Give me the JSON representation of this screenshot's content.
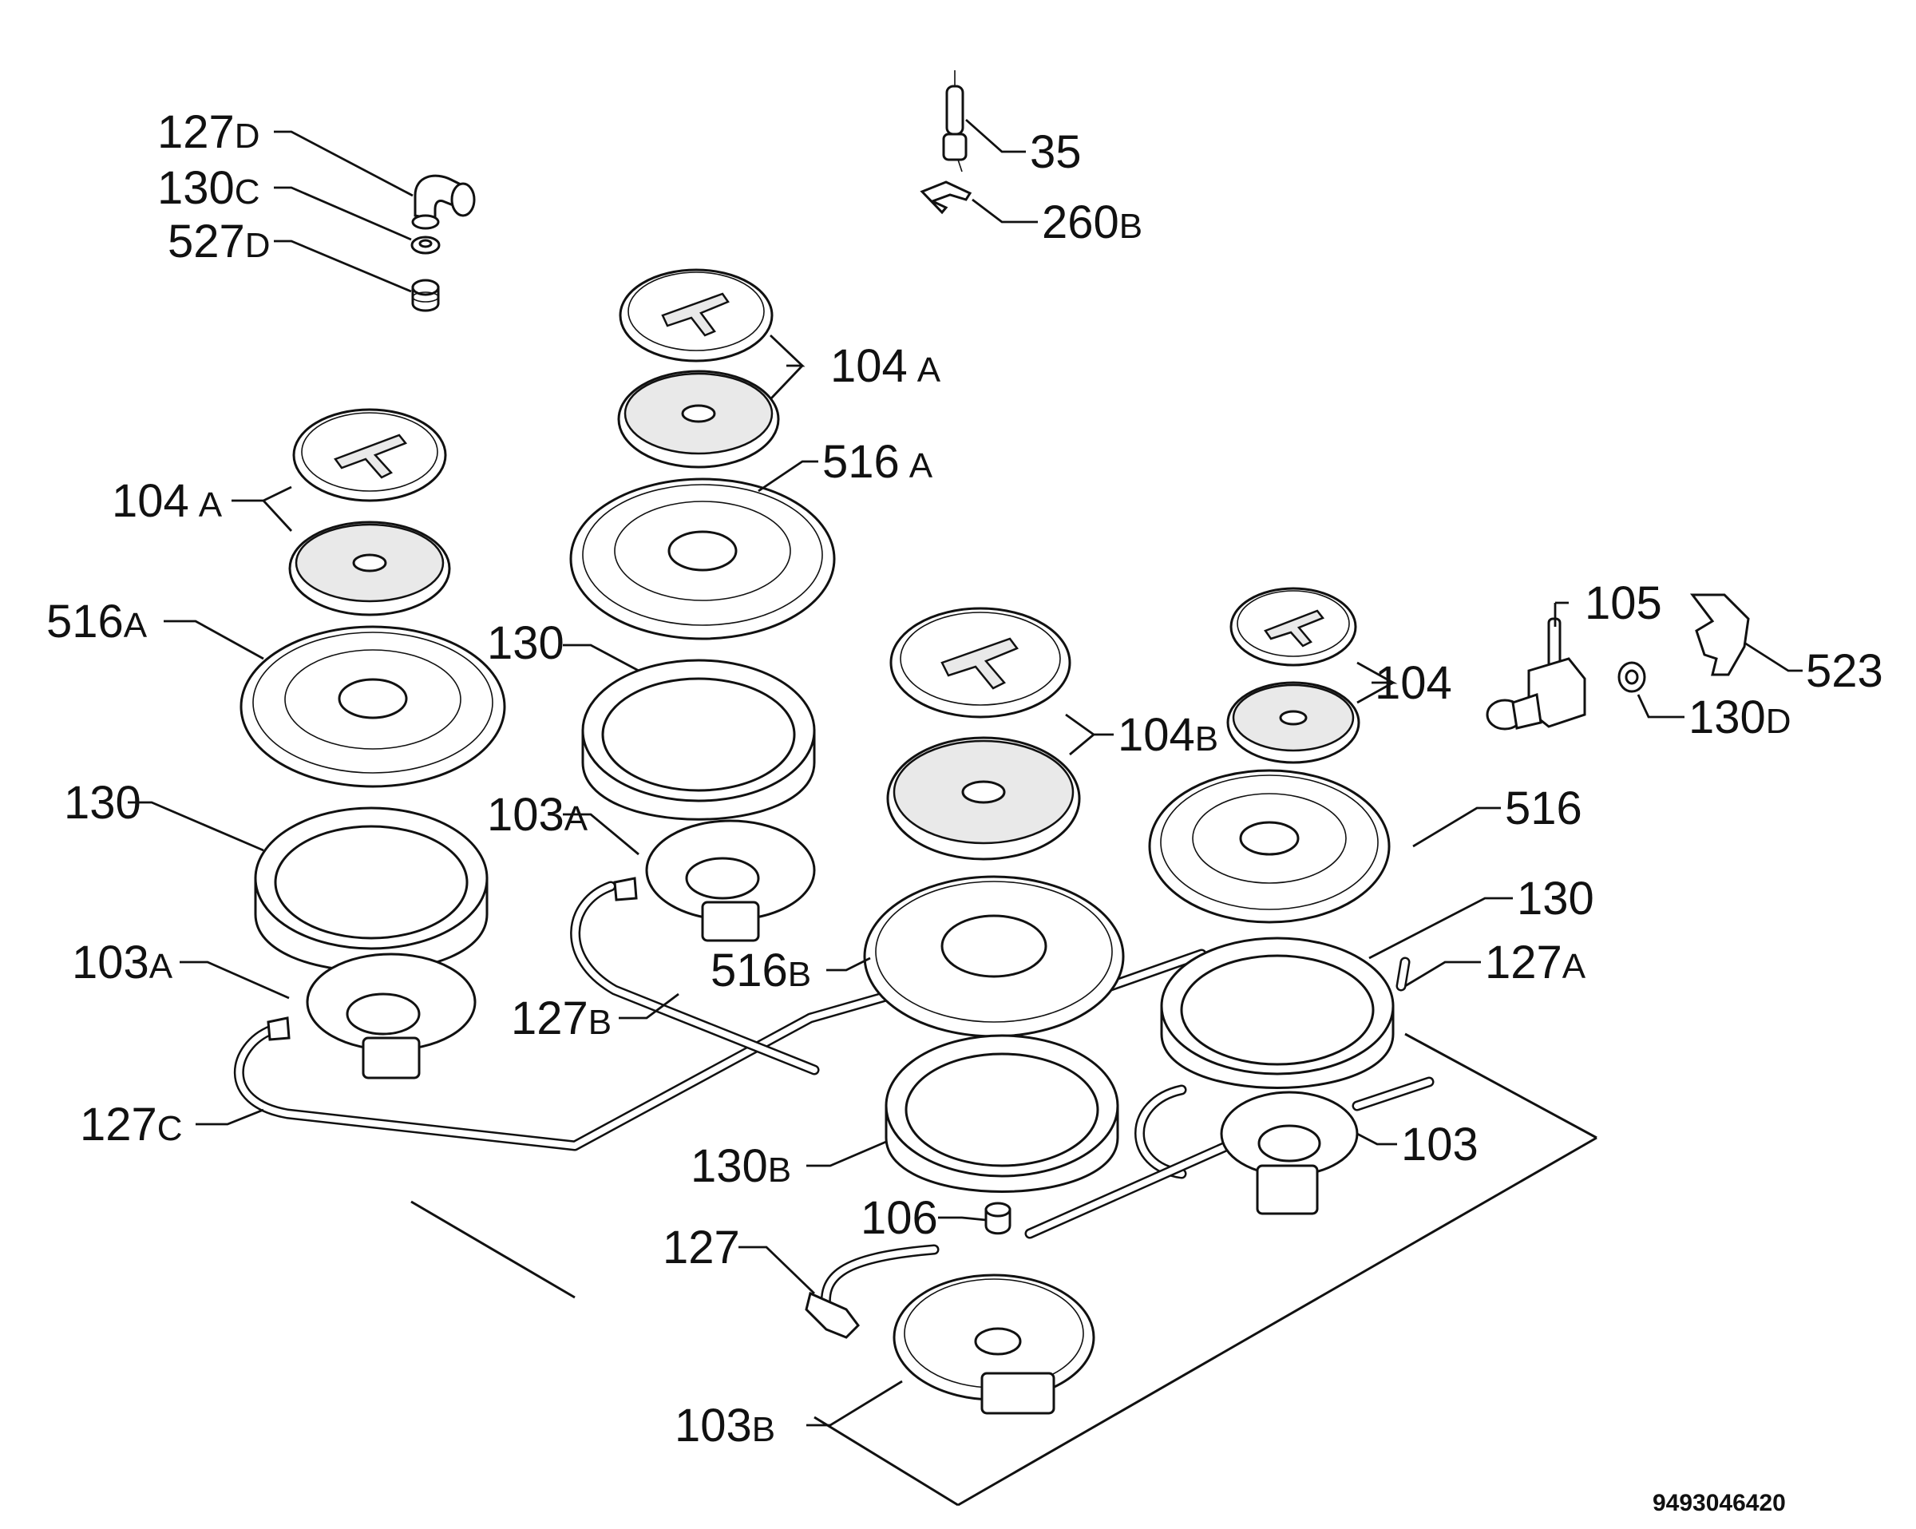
{
  "labels": {
    "l127D": {
      "num": "127",
      "suf": "D"
    },
    "l130C": {
      "num": "130",
      "suf": "C"
    },
    "l527D": {
      "num": "527",
      "suf": "D"
    },
    "l35": {
      "num": "35",
      "suf": ""
    },
    "l260B": {
      "num": "260",
      "suf": "B"
    },
    "l104A_1": {
      "num": "104",
      "suf": "A"
    },
    "l516A_1": {
      "num": "516",
      "suf": "A"
    },
    "l104A_2": {
      "num": "104",
      "suf": "A"
    },
    "l516A_2": {
      "num": "516",
      "suf": "A"
    },
    "l130_1": {
      "num": "130",
      "suf": ""
    },
    "l130_2": {
      "num": "130",
      "suf": ""
    },
    "l103A_1": {
      "num": "103",
      "suf": "A"
    },
    "l103A_2": {
      "num": "103",
      "suf": "A"
    },
    "l127B": {
      "num": "127",
      "suf": "B"
    },
    "l127C": {
      "num": "127",
      "suf": "C"
    },
    "l516B": {
      "num": "516",
      "suf": "B"
    },
    "l104B": {
      "num": "104",
      "suf": "B"
    },
    "l104": {
      "num": "104",
      "suf": ""
    },
    "l105": {
      "num": "105",
      "suf": ""
    },
    "l523": {
      "num": "523",
      "suf": ""
    },
    "l130D": {
      "num": "130",
      "suf": "D"
    },
    "l516": {
      "num": "516",
      "suf": ""
    },
    "l130_3": {
      "num": "130",
      "suf": ""
    },
    "l127A": {
      "num": "127",
      "suf": "A"
    },
    "l103": {
      "num": "103",
      "suf": ""
    },
    "l130B": {
      "num": "130",
      "suf": "B"
    },
    "l106": {
      "num": "106",
      "suf": ""
    },
    "l127": {
      "num": "127",
      "suf": ""
    },
    "l103B": {
      "num": "103",
      "suf": "B"
    }
  },
  "drawing_code": "9493046420"
}
